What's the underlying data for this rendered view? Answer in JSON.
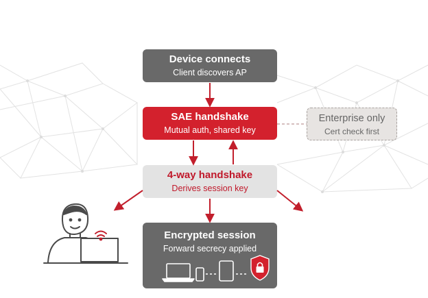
{
  "steps": {
    "connect": {
      "title": "Device connects",
      "subtitle": "Client discovers AP"
    },
    "sae": {
      "title": "SAE handshake",
      "subtitle": "Mutual auth, shared key"
    },
    "fourway": {
      "title": "4-way handshake",
      "subtitle": "Derives session key"
    },
    "enterprise": {
      "title": "Enterprise only",
      "subtitle": "Cert check first"
    },
    "encrypted": {
      "title": "Encrypted session",
      "subtitle": "Forward secrecy applied"
    }
  },
  "colors": {
    "accent_red": "#d3212d",
    "dark_grey": "#696969",
    "light_grey": "#e3e3e3",
    "network_line": "#e2e2e2"
  },
  "icons": [
    "network-mesh-background",
    "person-with-laptop-icon",
    "wifi-icon",
    "laptop-icon",
    "phone-icon",
    "tablet-icon",
    "shield-lock-icon"
  ]
}
